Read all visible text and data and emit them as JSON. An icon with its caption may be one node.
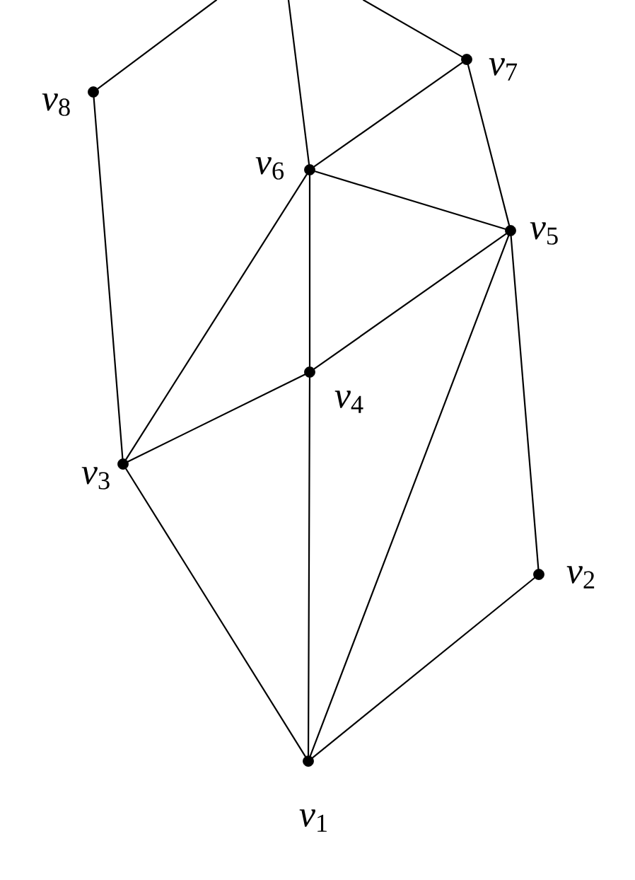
{
  "diagram": {
    "nodes": [
      {
        "text": [],
        "shape": "circle",
        "beside": [
          "*v*$_{7}$"
        ]
      },
      {
        "text": [],
        "shape": "circle",
        "beside": [
          "*v*$_{8}$"
        ]
      },
      {
        "text": [],
        "shape": "circle",
        "beside": [
          "*v*$_{6}$"
        ]
      },
      {
        "text": [],
        "shape": "circle",
        "beside": [
          "*v*$_{5}$"
        ]
      },
      {
        "text": [],
        "shape": "circle",
        "beside": [
          "*v*$_{4}$"
        ]
      },
      {
        "text": [],
        "shape": "circle",
        "beside": [
          "*v*$_{3}$"
        ]
      },
      {
        "text": [],
        "shape": "circle",
        "beside": [
          "*v*$_{2}$"
        ]
      },
      {
        "text": [],
        "shape": "circle",
        "beside": [
          "*v*$_{1}$"
        ]
      }
    ],
    "edges": [
      {
        "from": 1,
        "to": null,
        "arrow": "none"
      },
      {
        "from": 2,
        "to": null,
        "arrow": "none"
      },
      {
        "from": 0,
        "to": null,
        "arrow": "none"
      },
      {
        "from": 1,
        "to": 5,
        "arrow": "none"
      },
      {
        "from": 0,
        "to": 2,
        "arrow": "none"
      },
      {
        "from": 0,
        "to": 3,
        "arrow": "none"
      },
      {
        "from": 2,
        "to": 3,
        "arrow": "none"
      },
      {
        "from": 2,
        "to": 4,
        "arrow": "none"
      },
      {
        "from": 2,
        "to": 5,
        "arrow": "none"
      },
      {
        "from": 3,
        "to": 4,
        "arrow": "none"
      },
      {
        "from": 3,
        "to": 7,
        "arrow": "none"
      },
      {
        "from": 3,
        "to": 6,
        "arrow": "none"
      },
      {
        "from": 4,
        "to": 5,
        "arrow": "none"
      },
      {
        "from": 4,
        "to": 7,
        "arrow": "none"
      },
      {
        "from": 5,
        "to": 7,
        "arrow": "none"
      },
      {
        "from": 6,
        "to": 7,
        "arrow": "none"
      }
    ]
  }
}
